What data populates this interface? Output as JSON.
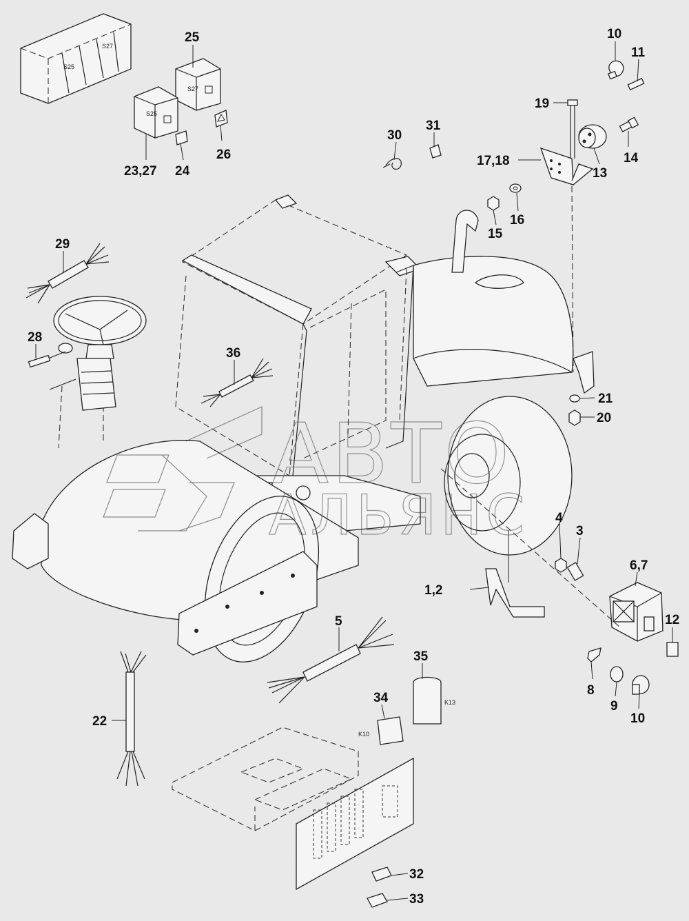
{
  "labels": {
    "p25": "25",
    "p23_27": "23,27",
    "p24": "24",
    "p26": "26",
    "p10a": "10",
    "p11": "11",
    "p19": "19",
    "p30": "30",
    "p31": "31",
    "p17_18": "17,18",
    "p13": "13",
    "p14": "14",
    "p15": "15",
    "p16": "16",
    "p29": "29",
    "p28": "28",
    "p36": "36",
    "p21": "21",
    "p20": "20",
    "p4": "4",
    "p3": "3",
    "p1_2": "1,2",
    "p6_7": "6,7",
    "p12": "12",
    "p5": "5",
    "p35": "35",
    "p34": "34",
    "p22": "22",
    "p8": "8",
    "p9": "9",
    "p10b": "10",
    "p32": "32",
    "p33": "33"
  },
  "part_tags": {
    "s25_panel": "S25",
    "s27_panel": "S27",
    "s25_switch": "S25",
    "s27_switch": "S27",
    "k10": "K10",
    "k13": "K13"
  },
  "watermark": {
    "line1": "АВТО",
    "line2": "АЛЬЯНС"
  }
}
